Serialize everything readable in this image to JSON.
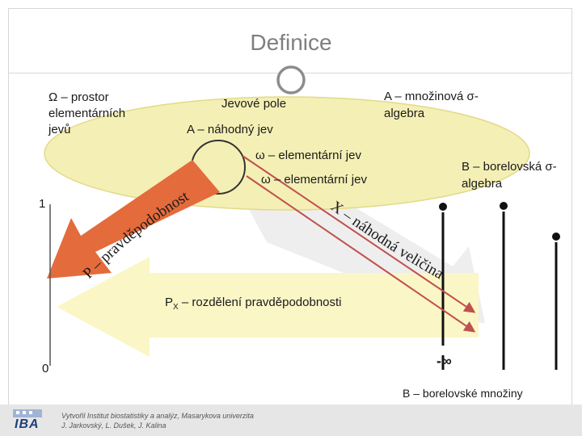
{
  "slide": {
    "title": "Definice",
    "omega_space": "Ω – prostor elementárních jevů",
    "event_field": "Jevové pole",
    "random_event": "A – náhodný jev",
    "sigma_algebra": "A – množinová σ-algebra",
    "elementary_event_1": "ω – elementární jev",
    "elementary_event_2": "ω – elementární jev",
    "borel_sigma_algebra": "B – borelovská σ-algebra",
    "probability": "P – pravděpodobnost",
    "random_variable": "X – náhodná veličina",
    "distribution_prefix": "P",
    "distribution_subscript": "X",
    "distribution_suffix": " – rozdělení pravděpodobnosti",
    "axis_one": "1",
    "axis_zero": "0",
    "minus_infinity": "-∞",
    "borel_sets": "B – borelovské množiny"
  },
  "footer": {
    "logo": "IBA",
    "credit_line_1": "Vytvořil Institut biostatistiky a analýz, Masarykova univerzita",
    "credit_line_2": "J. Jarkovský, L. Dušek, J. Kalina"
  },
  "colors": {
    "ellipse_fill": "#f4efb5",
    "ellipse_stroke": "#e4d987",
    "probability_arrow": "#e46b3c",
    "distribution_arrow": "#fbf6c6",
    "random_variable_arrow": "#eeeeee",
    "mapping_arrow": "#c0504d",
    "title_color": "#7f7f7f"
  }
}
